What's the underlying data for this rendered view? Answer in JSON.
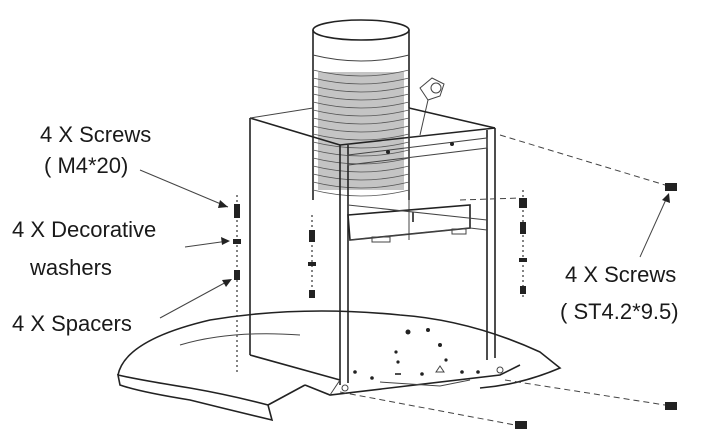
{
  "labels": {
    "screws_m4_line1": "4 X Screws",
    "screws_m4_line2": "( M4*20)",
    "washers_line1": "4 X Decorative",
    "washers_line2": "washers",
    "spacers": "4 X Spacers",
    "screws_st_line1": "4 X Screws",
    "screws_st_line2": "( ST4.2*9.5)"
  }
}
